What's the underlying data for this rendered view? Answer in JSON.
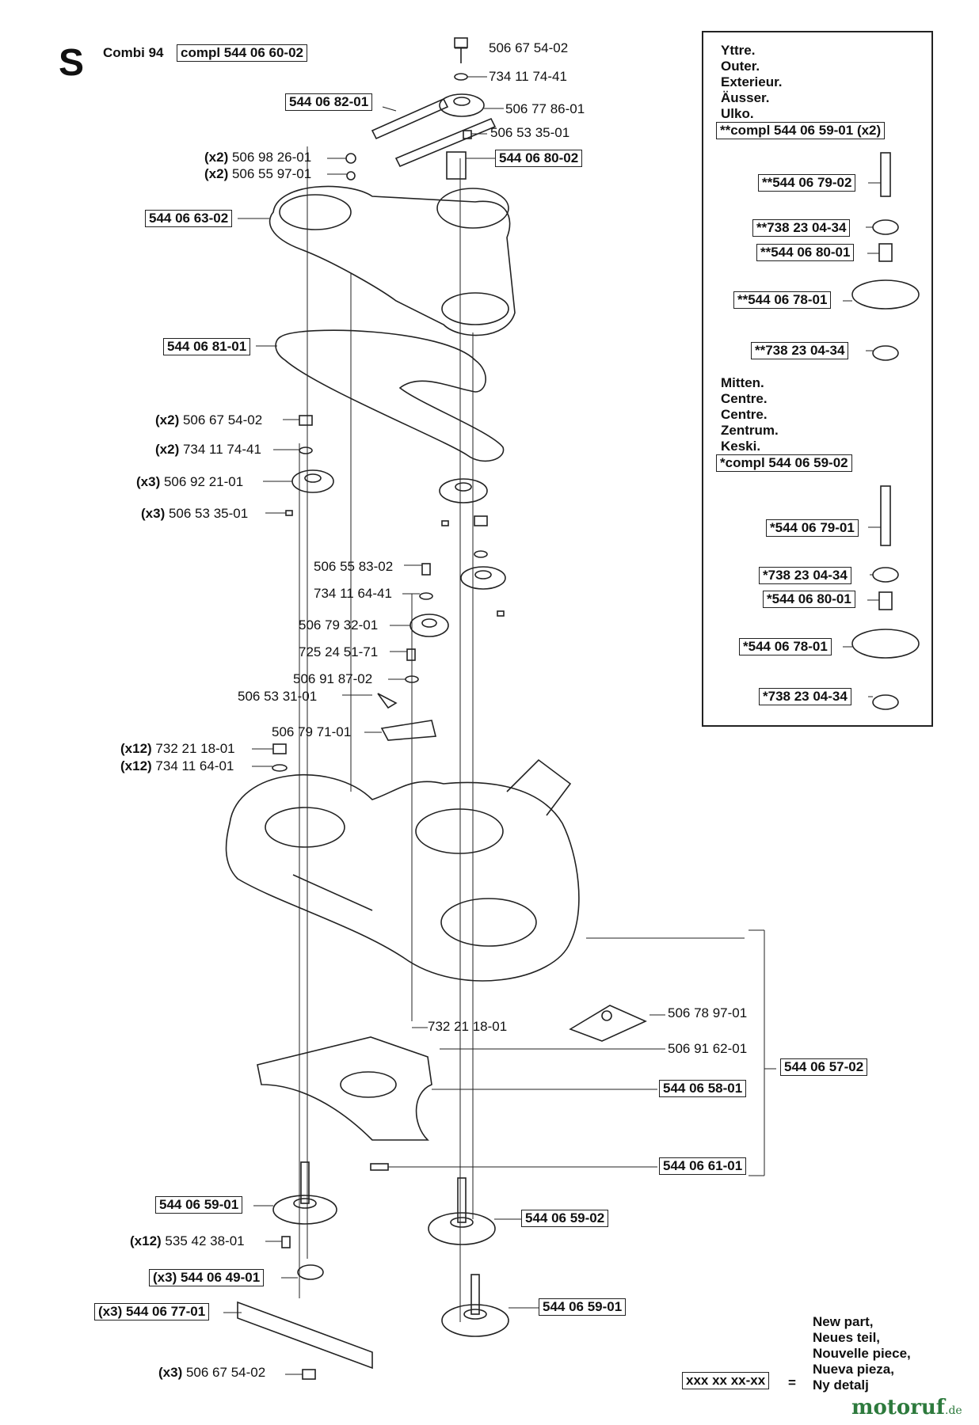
{
  "header": {
    "letter": "S",
    "model": "Combi 94",
    "model_part": "compl 544 06 60-02"
  },
  "callouts": {
    "c1": "506 67 54-02",
    "c2": "734 11 74-41",
    "c3": "544 06 82-01",
    "c4": "506 77 86-01",
    "c5": "506 53 35-01",
    "c6": "544 06 80-02",
    "c7q": "(x2)",
    "c7": "506 98 26-01",
    "c8q": "(x2)",
    "c8": "506 55 97-01",
    "c9": "544 06 63-02",
    "c10": "544 06 81-01",
    "c11q": "(x2)",
    "c11": "506 67 54-02",
    "c12q": "(x2)",
    "c12": "734 11 74-41",
    "c13q": "(x3)",
    "c13": "506 92 21-01",
    "c14q": "(x3)",
    "c14": "506 53 35-01",
    "c15": "506 55 83-02",
    "c16": "734 11 64-41",
    "c17": "506 79 32-01",
    "c18": "725 24 51-71",
    "c19": "506 91 87-02",
    "c20": "506 53 31-01",
    "c21": "506 79 71-01",
    "c22q": "(x12)",
    "c22": "732 21 18-01",
    "c23q": "(x12)",
    "c23": "734 11 64-01",
    "c24": "506 78 97-01",
    "c25": "732 21 18-01",
    "c26": "506 91 62-01",
    "c27": "544 06 57-02",
    "c28": "544 06 58-01",
    "c29": "544 06 61-01",
    "c30": "544 06 59-01",
    "c31": "544 06 59-02",
    "c32q": "(x12)",
    "c32": "535 42 38-01",
    "c33": "(x3) 544 06 49-01",
    "c34": "(x3) 544 06 77-01",
    "c35": "544 06 59-01",
    "c36q": "(x3)",
    "c36": "506 67 54-02"
  },
  "side_panel": {
    "outer_text": "Yttre.\nOuter.\nExterieur.\nÄusser.\nUlko.",
    "outer_part": "**compl 544 06 59-01 (x2)",
    "outer_items": [
      "**544 06 79-02",
      "**738 23 04-34",
      "**544 06 80-01",
      "**544 06 78-01",
      "**738 23 04-34"
    ],
    "center_text": "Mitten.\nCentre.\nCentre.\nZentrum.\nKeski.",
    "center_part": "*compl 544 06 59-02",
    "center_items": [
      "*544 06 79-01",
      "*738 23 04-34",
      "*544 06 80-01",
      "*544 06 78-01",
      "*738 23 04-34"
    ]
  },
  "legend": {
    "symbol": "xxx xx xx-xx",
    "equals": "=",
    "text": "New part,\nNeues teil,\nNouvelle piece,\nNueva pieza,\nNy detalj"
  },
  "watermark": {
    "name": "motoruf",
    "tld": ".de"
  }
}
